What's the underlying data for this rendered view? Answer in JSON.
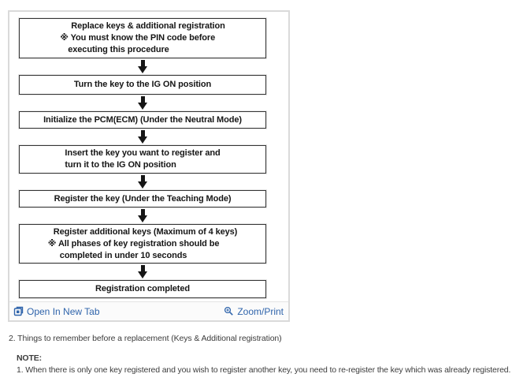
{
  "flowchart": {
    "steps": [
      {
        "lines": [
          "Replace keys & additional registration",
          "※ You must know the PIN code before",
          "executing this procedure"
        ]
      },
      {
        "lines": [
          "Turn the key to the IG ON position"
        ]
      },
      {
        "lines": [
          "Initialize the PCM(ECM) (Under the Neutral Mode)"
        ]
      },
      {
        "lines": [
          "Insert the key you want to register and",
          "turn it to the IG ON position"
        ]
      },
      {
        "lines": [
          "Register the key (Under the Teaching Mode)"
        ]
      },
      {
        "lines": [
          "Register additional keys (Maximum of 4 keys)",
          "※ All phases of key registration should be",
          "completed in under 10 seconds"
        ]
      },
      {
        "lines": [
          "Registration completed"
        ]
      }
    ]
  },
  "viewer_footer": {
    "open_in_new_tab_label": "Open In New Tab",
    "zoom_print_label": "Zoom/Print"
  },
  "page_text": {
    "section_heading": "2. Things to remember before a replacement (Keys & Additional registration)",
    "note_label": "NOTE:",
    "note_item_1": "1. When there is only one key registered and you wish to register another key, you need to re-register the key which was already registered."
  },
  "icons": {
    "open_in_new_tab": "open-in-new-tab-icon",
    "zoom_print": "magnifier-plus-icon",
    "flow_connector": "down-arrow-icon"
  },
  "colors": {
    "link_blue": "#2f64ab",
    "box_border": "#353535",
    "panel_border": "#dadada",
    "footer_bg": "#fbfbfb",
    "body_text": "#3c3c3c"
  }
}
